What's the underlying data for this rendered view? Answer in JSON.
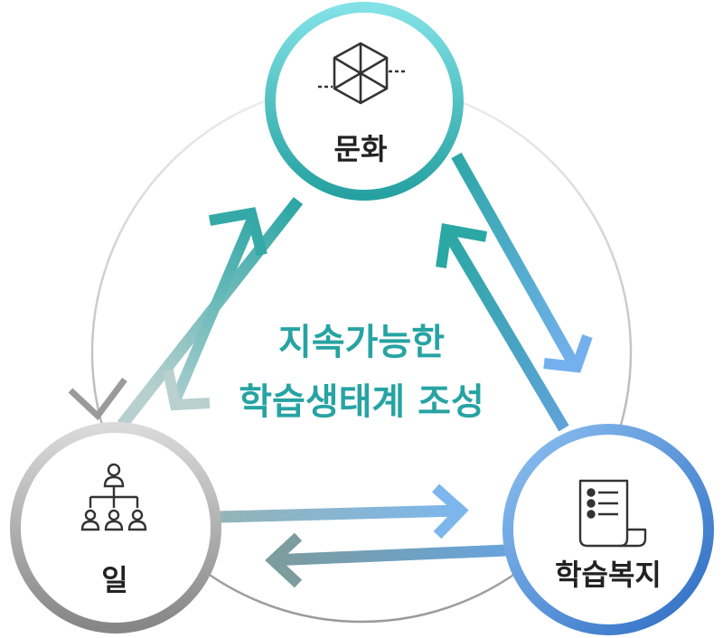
{
  "center": {
    "line1": "지속가능한",
    "line2": "학습생태계 조성"
  },
  "nodes": {
    "culture": {
      "label": "문화",
      "icon": "hexagon-cube-icon"
    },
    "work": {
      "label": "일",
      "icon": "org-chart-icon"
    },
    "welfare": {
      "label": "학습복지",
      "icon": "scroll-list-icon"
    }
  },
  "colors": {
    "teal": "#27A3A3",
    "teal_light": "#7FE0E3",
    "gray_dark": "#8A8A8A",
    "gray_light": "#D9D9D9",
    "blue": "#2F6FC4",
    "blue_light": "#8DC0F0",
    "center_text": "#27A3A3"
  }
}
